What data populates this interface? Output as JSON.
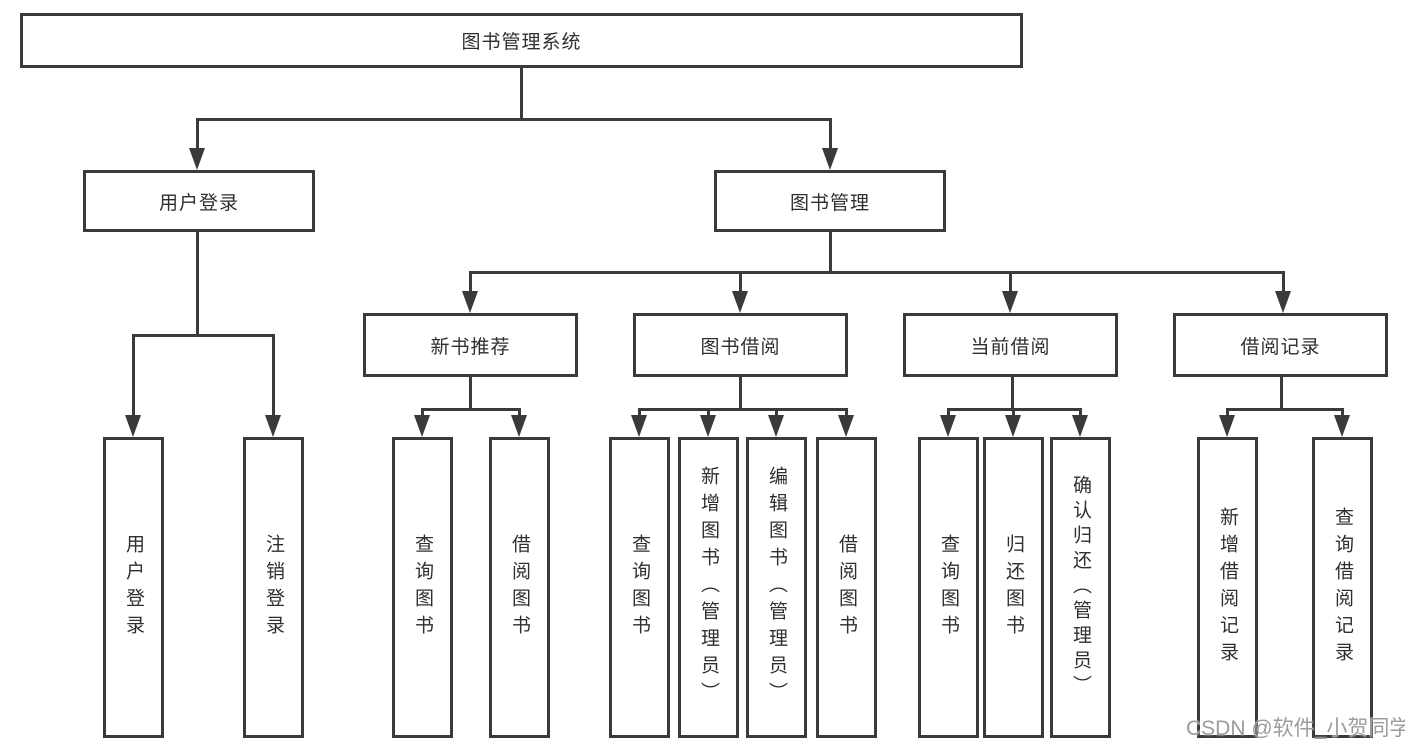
{
  "diagram": {
    "type": "hierarchy",
    "root": {
      "label": "图书管理系统"
    },
    "branches": [
      {
        "label": "用户登录",
        "children": [
          {
            "label": "用户登录"
          },
          {
            "label": "注销登录"
          }
        ]
      },
      {
        "label": "图书管理",
        "children": [
          {
            "label": "新书推荐",
            "children": [
              {
                "label": "查询图书"
              },
              {
                "label": "借阅图书"
              }
            ]
          },
          {
            "label": "图书借阅",
            "children": [
              {
                "label": "查询图书"
              },
              {
                "label": "新增图书（管理员）"
              },
              {
                "label": "编辑图书（管理员）"
              },
              {
                "label": "借阅图书"
              }
            ]
          },
          {
            "label": "当前借阅",
            "children": [
              {
                "label": "查询图书"
              },
              {
                "label": "归还图书"
              },
              {
                "label": "确认归还（管理员）"
              }
            ]
          },
          {
            "label": "借阅记录",
            "children": [
              {
                "label": "新增借阅记录"
              },
              {
                "label": "查询借阅记录"
              }
            ]
          }
        ]
      }
    ]
  },
  "watermark": {
    "text": "CSDN @软件_小贺同学",
    "color": "#9c9c9c"
  },
  "colors": {
    "line": "#3a3a3a",
    "box_border": "#3a3a3a",
    "box_background": "#ffffff",
    "text": "#2f2f2f",
    "page_background": "#ffffff"
  }
}
